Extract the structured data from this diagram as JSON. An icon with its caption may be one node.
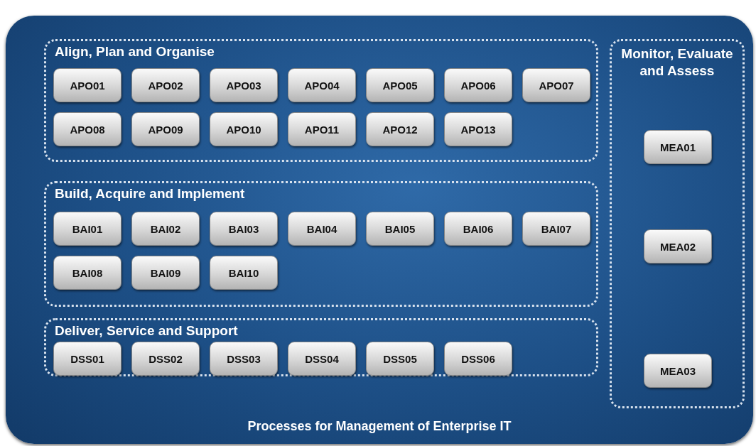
{
  "diagram": {
    "nodes": [
      {
        "text": [
          "Processes for Management of Enterprise IT"
        ]
      },
      {
        "text": [
          "Align, Plan and Organise"
        ],
        "in": 0
      },
      {
        "text": [
          "APO01"
        ],
        "in": 1
      },
      {
        "text": [
          "APO02"
        ],
        "in": 1
      },
      {
        "text": [
          "APO03"
        ],
        "in": 1
      },
      {
        "text": [
          "APO04"
        ],
        "in": 1
      },
      {
        "text": [
          "APO05"
        ],
        "in": 1
      },
      {
        "text": [
          "APO06"
        ],
        "in": 1
      },
      {
        "text": [
          "APO07"
        ],
        "in": 1
      },
      {
        "text": [
          "APO08"
        ],
        "in": 1
      },
      {
        "text": [
          "APO09"
        ],
        "in": 1
      },
      {
        "text": [
          "APO10"
        ],
        "in": 1
      },
      {
        "text": [
          "APO11"
        ],
        "in": 1
      },
      {
        "text": [
          "APO12"
        ],
        "in": 1
      },
      {
        "text": [
          "APO13"
        ],
        "in": 1
      },
      {
        "text": [
          "Monitor, Evaluate and Assess"
        ],
        "in": 0
      },
      {
        "text": [
          "MEA01"
        ],
        "in": 15
      },
      {
        "text": [
          "Build, Acquire and Implement"
        ],
        "in": 0
      },
      {
        "text": [
          "BAI01"
        ],
        "in": 17
      },
      {
        "text": [
          "BAI02"
        ],
        "in": 17
      },
      {
        "text": [
          "BAI03"
        ],
        "in": 17
      },
      {
        "text": [
          "BAI04"
        ],
        "in": 17
      },
      {
        "text": [
          "BAI05"
        ],
        "in": 17
      },
      {
        "text": [
          "BAI06"
        ],
        "in": 17
      },
      {
        "text": [
          "BAI07"
        ],
        "in": 17
      },
      {
        "text": [
          "BAI08"
        ],
        "in": 17
      },
      {
        "text": [
          "BAI09"
        ],
        "in": 17
      },
      {
        "text": [
          "BAI10"
        ],
        "in": 17
      },
      {
        "text": [
          "MEA02"
        ],
        "in": 15
      },
      {
        "text": [
          "Deliver, Service and Support"
        ],
        "in": 0
      },
      {
        "text": [
          "DSS01"
        ],
        "in": 29
      },
      {
        "text": [
          "DSS02"
        ],
        "in": 29
      },
      {
        "text": [
          "DSS03"
        ],
        "in": 29
      },
      {
        "text": [
          "DSS04"
        ],
        "in": 29
      },
      {
        "text": [
          "DSS05"
        ],
        "in": 29
      },
      {
        "text": [
          "DSS06"
        ],
        "in": 29
      },
      {
        "text": [
          "MEA03"
        ],
        "in": 15
      }
    ]
  }
}
